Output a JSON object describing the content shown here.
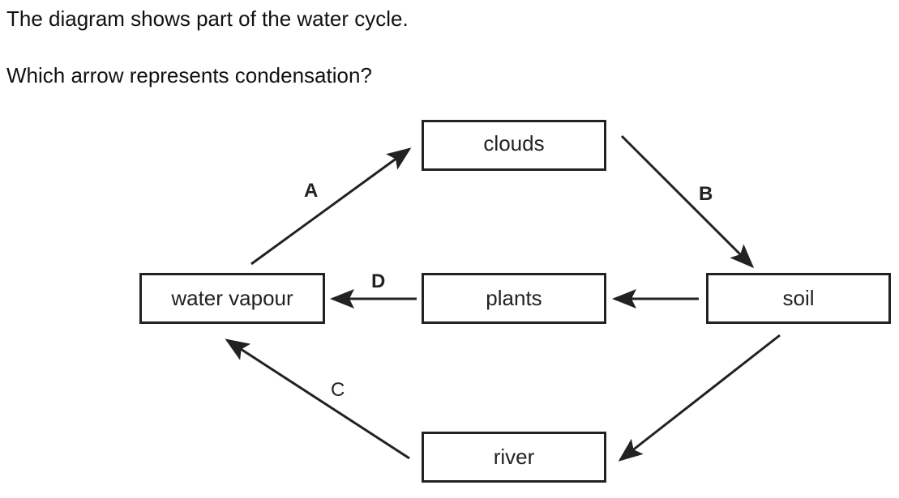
{
  "question": {
    "line1": "The diagram shows part of the water cycle.",
    "line2": "Which arrow represents condensation?"
  },
  "nodes": {
    "clouds": "clouds",
    "water_vapour": "water vapour",
    "plants": "plants",
    "soil": "soil",
    "river": "river"
  },
  "arrows": [
    {
      "label": "A",
      "from": "water vapour",
      "to": "clouds"
    },
    {
      "label": "B",
      "from": "clouds",
      "to": "soil"
    },
    {
      "label": "",
      "from": "soil",
      "to": "plants"
    },
    {
      "label": "D",
      "from": "plants",
      "to": "water vapour"
    },
    {
      "label": "",
      "from": "soil",
      "to": "river"
    },
    {
      "label": "C",
      "from": "river",
      "to": "water vapour"
    }
  ],
  "labels": {
    "a": "A",
    "b": "B",
    "c": "C",
    "d": "D"
  },
  "colors": {
    "stroke": "#222222",
    "background": "#ffffff"
  }
}
